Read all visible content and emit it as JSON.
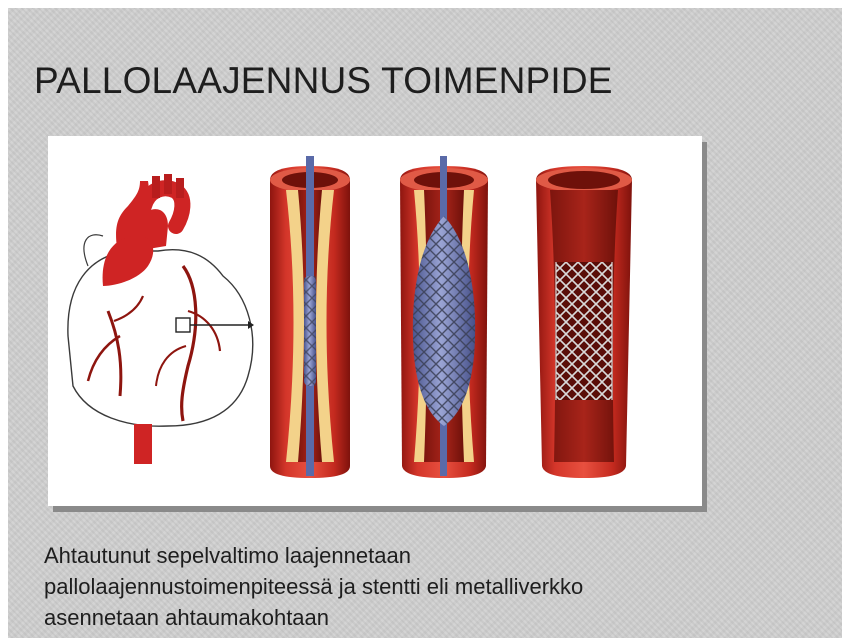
{
  "slide": {
    "title": "PALLOLAAJENNUS TOIMENPIDE",
    "caption_lines": [
      "Ahtautunut sepelvaltimo laajennetaan",
      "pallolaajennustoimenpiteessä ja stentti eli metalliverkko",
      "asennetaan ahtaumakohtaan"
    ]
  },
  "figure": {
    "panels": [
      "heart",
      "artery-with-catheter",
      "artery-with-inflated-balloon",
      "artery-with-stent"
    ]
  },
  "colors": {
    "artery_outer": "#b8241b",
    "artery_inner": "#8f1a12",
    "plaque": "#f3d28a",
    "balloon": "#6f7bb5",
    "heart_red": "#cf2424",
    "text": "#1e1e1e"
  }
}
